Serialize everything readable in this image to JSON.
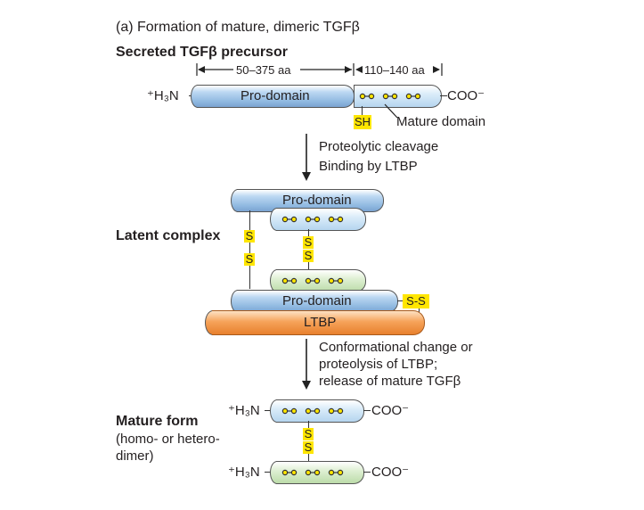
{
  "caption": "(a) Formation of mature, dimeric TGFβ",
  "precursor": {
    "title": "Secreted TGFβ precursor",
    "pro_length": "50–375 aa",
    "mature_length": "110–140 aa",
    "n_term": "⁺H₃N",
    "pro_domain": "Pro-domain",
    "c_term": "COO⁻",
    "sh": "SH",
    "mature_domain": "Mature domain"
  },
  "step1": [
    "Proteolytic cleavage",
    "Binding by LTBP"
  ],
  "latent": {
    "title": "Latent complex",
    "pro_domain_top": "Pro-domain",
    "pro_domain_bottom": "Pro-domain",
    "ltbp": "LTBP",
    "ss_left": [
      "S",
      "S"
    ],
    "ss_mid": [
      "S",
      "S"
    ],
    "ss_right": "S-S"
  },
  "step2": [
    "Conformational change or",
    "proteolysis of LTBP;",
    "release of mature TGFβ"
  ],
  "mature": {
    "title": "Mature form",
    "subtitle_1": "(homo- or hetero-",
    "subtitle_2": "dimer)",
    "n_term_top": "⁺H₃N",
    "c_term_top": "COO⁻",
    "n_term_bottom": "⁺H₃N",
    "c_term_bottom": "COO⁻",
    "ss": [
      "S",
      "S"
    ]
  },
  "colors": {
    "pro_domain": "#8fb8e0",
    "mature_blue": "#c9e2f5",
    "mature_green": "#c8e4b4",
    "ltbp": "#f39a4c",
    "disulfide": "#ffe600"
  }
}
